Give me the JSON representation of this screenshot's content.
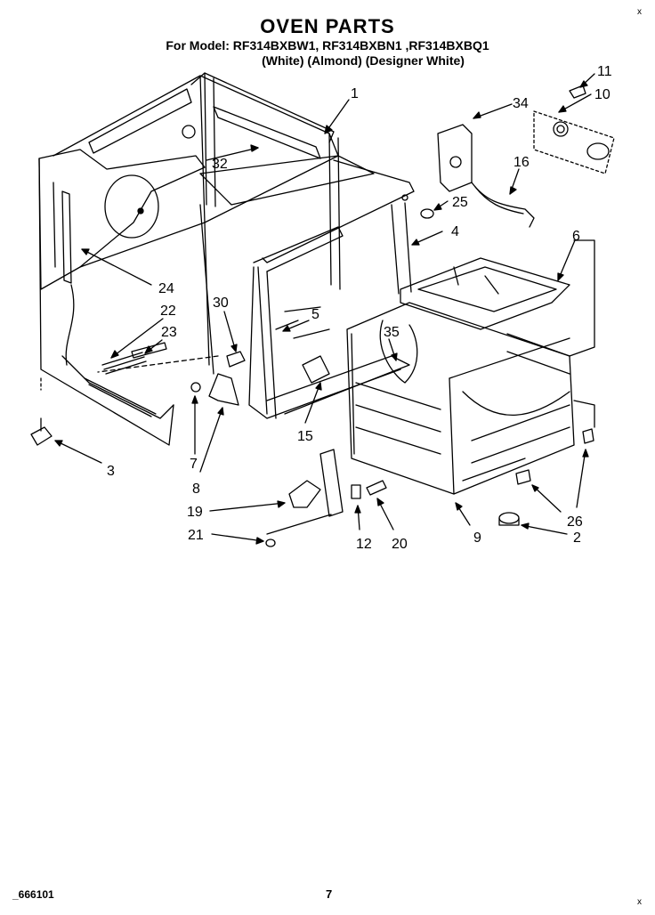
{
  "header": {
    "title": "OVEN PARTS",
    "models": "For Model: RF314BXBW1, RF314BXBN1 ,RF314BXBQ1",
    "colors": "(White)    (Almond) (Designer White)"
  },
  "callouts": [
    {
      "id": "p1",
      "label": "1"
    },
    {
      "id": "p2",
      "label": "2"
    },
    {
      "id": "p3",
      "label": "3"
    },
    {
      "id": "p4",
      "label": "4"
    },
    {
      "id": "p5",
      "label": "5"
    },
    {
      "id": "p6",
      "label": "6"
    },
    {
      "id": "p7",
      "label": "7"
    },
    {
      "id": "p8",
      "label": "8"
    },
    {
      "id": "p9",
      "label": "9"
    },
    {
      "id": "p10",
      "label": "10"
    },
    {
      "id": "p11",
      "label": "11"
    },
    {
      "id": "p12",
      "label": "12"
    },
    {
      "id": "p15",
      "label": "15"
    },
    {
      "id": "p16",
      "label": "16"
    },
    {
      "id": "p19",
      "label": "19"
    },
    {
      "id": "p20",
      "label": "20"
    },
    {
      "id": "p21",
      "label": "21"
    },
    {
      "id": "p22",
      "label": "22"
    },
    {
      "id": "p23",
      "label": "23"
    },
    {
      "id": "p24",
      "label": "24"
    },
    {
      "id": "p25",
      "label": "25"
    },
    {
      "id": "p26",
      "label": "26"
    },
    {
      "id": "p30",
      "label": "30"
    },
    {
      "id": "p32",
      "label": "32"
    },
    {
      "id": "p34",
      "label": "34"
    },
    {
      "id": "p35",
      "label": "35"
    }
  ],
  "footer": {
    "code": "_666101",
    "page": "7"
  }
}
